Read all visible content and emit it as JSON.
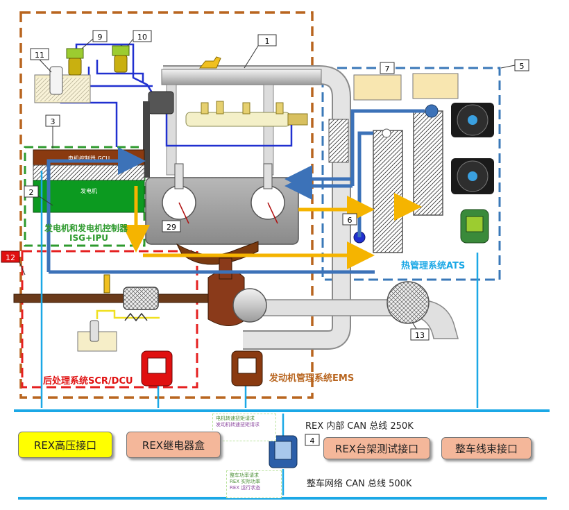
{
  "callouts": [
    "1",
    "2",
    "3",
    "4",
    "5",
    "6",
    "7",
    "9",
    "10",
    "11",
    "12",
    "13",
    "29"
  ],
  "components": {
    "gcu_label": "电机控制器 GCU",
    "generator_label": "发电机"
  },
  "systems": {
    "isg_line1": "发电机和发电机控制器",
    "isg_line2": "ISG+IPU",
    "ats": "热管理系统ATS",
    "scr": "后处理系统SCR/DCU",
    "ems": "发动机管理系统EMS"
  },
  "buses": {
    "internal": "REX 内部 CAN 总线 250K",
    "vehicle": "整车网络 CAN 总线 500K"
  },
  "interfaces": {
    "hv": "REX高压接口",
    "relay": "REX继电器盒",
    "bench": "REX台架测试接口",
    "harness": "整车线束接口"
  },
  "notes": {
    "upper": [
      "电机转速扭矩请求",
      "发动机转速扭矩请求"
    ],
    "lower": [
      "整车功率请求",
      "REX 实际功率",
      "REX 运行状态"
    ]
  },
  "colors": {
    "bus": "#1ba8e6",
    "coolant": "#3c72b8",
    "heat": "#f5b400",
    "scr_boundary": "#e52020",
    "isg_boundary": "#2d9a2d",
    "ats_boundary": "#3a78b8",
    "ems_boundary": "#b8651f",
    "hv_box": "#ffff00",
    "interface_box": "#f4b79a"
  }
}
